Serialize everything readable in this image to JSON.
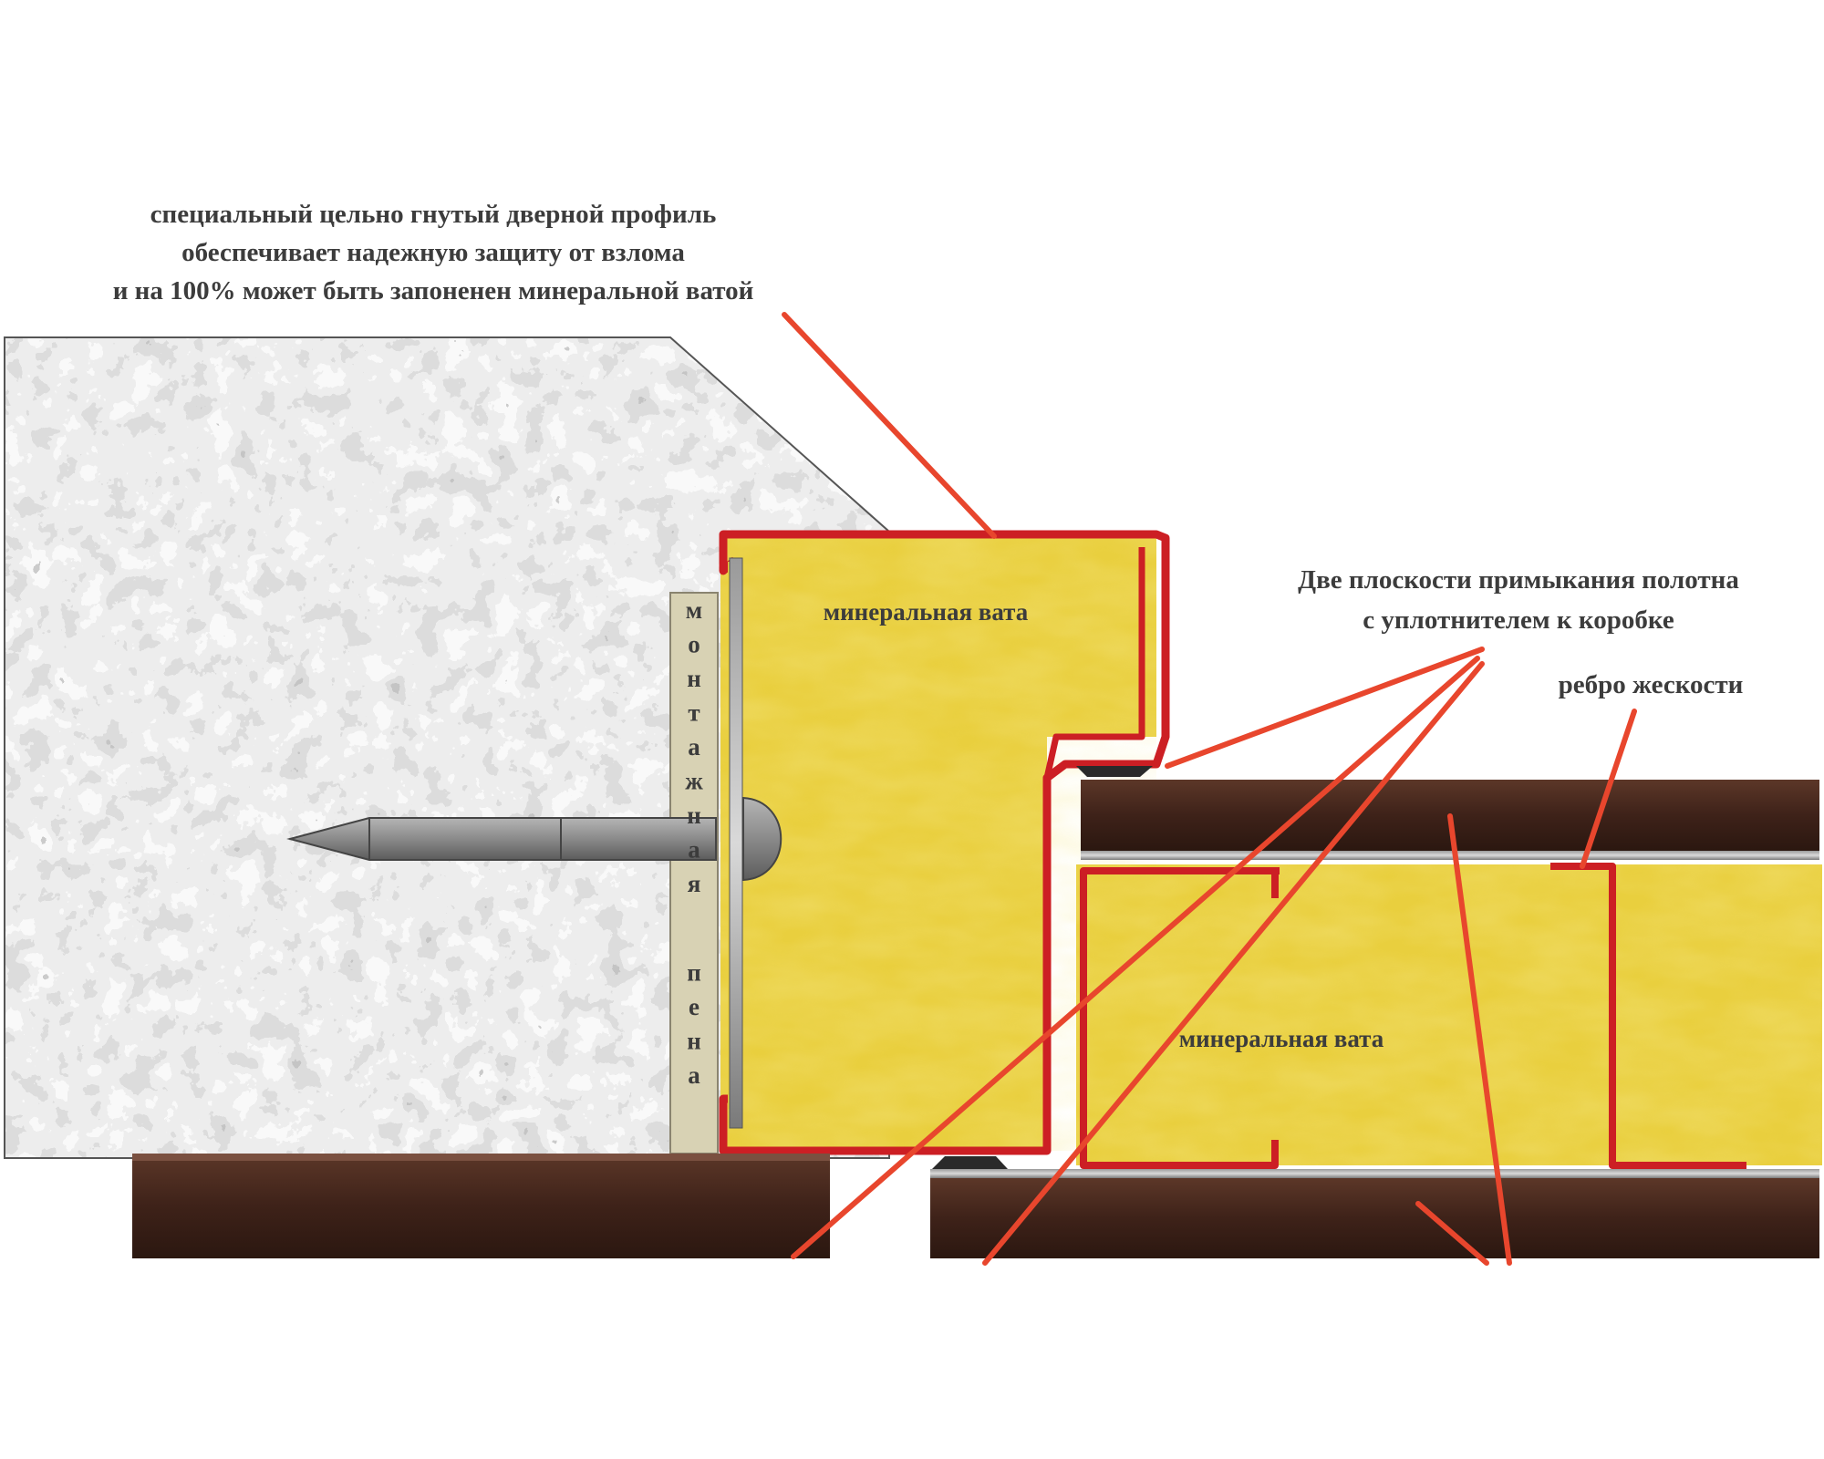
{
  "labels": {
    "profile_line1": "специальный цельно гнутый дверной профиль",
    "profile_line2": "обеспечивает надежную защиту от взлома",
    "profile_line3": "и  на 100% может быть запоненен минеральной ватой",
    "wool_frame": "минеральная вата",
    "wool_leaf": "минеральная вата",
    "foam_vertical": "монтажная пена",
    "seal_line1": "Две плоскости  примыкания полотна",
    "seal_line2": "с уплотнителем к коробке",
    "rib": "ребро жескости"
  },
  "colors": {
    "concrete": "#a9a9a9",
    "wool": "#e9cf3e",
    "frame_profile": "#cc1f24",
    "wood_panel": "#4a2a1e",
    "leader_line": "#e8462d",
    "text": "#3c3c3c"
  }
}
